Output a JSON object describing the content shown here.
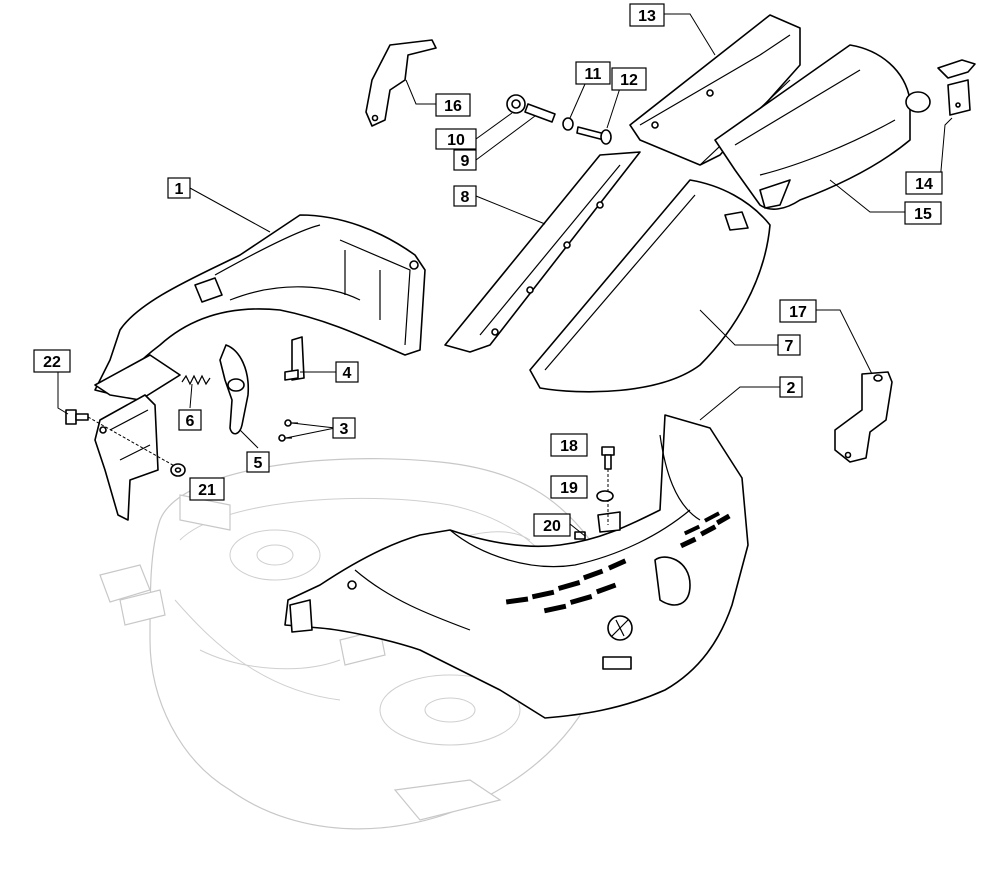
{
  "callouts": [
    {
      "id": "1",
      "text": "1"
    },
    {
      "id": "2",
      "text": "2"
    },
    {
      "id": "3",
      "text": "3"
    },
    {
      "id": "4",
      "text": "4"
    },
    {
      "id": "5",
      "text": "5"
    },
    {
      "id": "6",
      "text": "6"
    },
    {
      "id": "7",
      "text": "7"
    },
    {
      "id": "8",
      "text": "8"
    },
    {
      "id": "9",
      "text": "9"
    },
    {
      "id": "10",
      "text": "10"
    },
    {
      "id": "11",
      "text": "11"
    },
    {
      "id": "12",
      "text": "12"
    },
    {
      "id": "13",
      "text": "13"
    },
    {
      "id": "14",
      "text": "14"
    },
    {
      "id": "15",
      "text": "15"
    },
    {
      "id": "16",
      "text": "16"
    },
    {
      "id": "17",
      "text": "17"
    },
    {
      "id": "18",
      "text": "18"
    },
    {
      "id": "19",
      "text": "19"
    },
    {
      "id": "20",
      "text": "20"
    },
    {
      "id": "21",
      "text": "21"
    },
    {
      "id": "22",
      "text": "22"
    }
  ],
  "colors": {
    "line": "#000000",
    "ghost": "#c8c8c8",
    "background": "#ffffff"
  }
}
